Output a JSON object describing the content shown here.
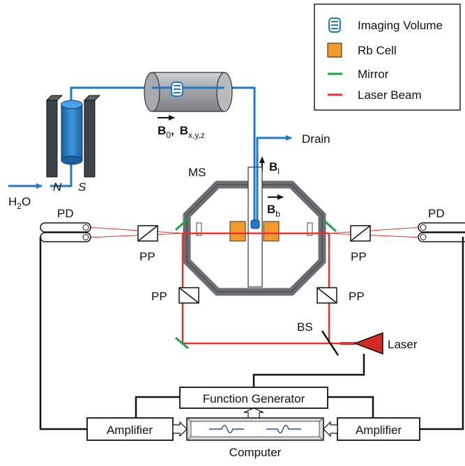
{
  "legend": {
    "items": [
      {
        "label": "Imaging Volume",
        "symbol": "imaging-volume-icon"
      },
      {
        "label": "Rb Cell",
        "symbol": "rb-cell-icon",
        "color": "#f39a2f"
      },
      {
        "label": "Mirror",
        "symbol": "mirror-icon",
        "color": "#19a34a"
      },
      {
        "label": "Laser Beam",
        "symbol": "laser-beam-icon",
        "color": "#e8312a"
      }
    ]
  },
  "labels": {
    "water_in": "H",
    "water_sub": "2",
    "water_o": "O",
    "magnet_n": "N",
    "magnet_s": "S",
    "field_b0": "B",
    "field_b0_sub": "0",
    "field_sep": ",",
    "field_bxyz": "B",
    "field_bxyz_sub": "x,y,z",
    "drain": "Drain",
    "field_bl": "B",
    "field_bl_sub": "l",
    "field_bb": "B",
    "field_bb_sub": "b",
    "ms": "MS",
    "pd_left": "PD",
    "pd_right": "PD",
    "pp_left": "PP",
    "pp_right": "PP",
    "pp_lower_left": "PP",
    "pp_lower_right": "PP",
    "bs": "BS",
    "laser": "Laser",
    "function_generator": "Function Generator",
    "amplifier_left": "Amplifier",
    "amplifier_right": "Amplifier",
    "computer": "Computer"
  },
  "colors": {
    "water": "#1f78c8",
    "laser": "#e8312a",
    "mirror": "#19a34a",
    "rb_cell": "#f39a2f",
    "magnet": "#3d4349",
    "shield": "#6b6e72"
  }
}
